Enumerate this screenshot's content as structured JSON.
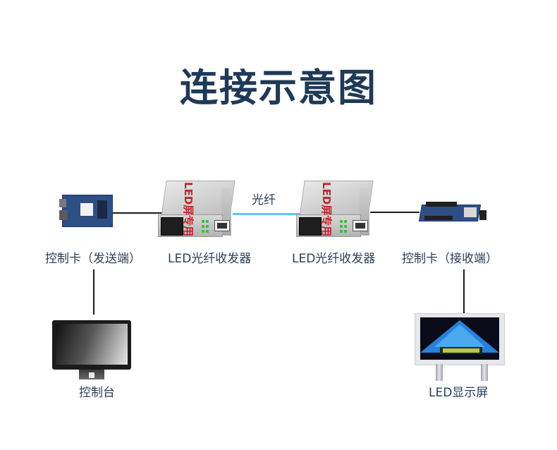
{
  "title": "连接示意图",
  "colors": {
    "title": "#1f3a57",
    "label": "#2a3f56",
    "fiber_line": "#5cc6ee",
    "cable_line": "#1a1a1a",
    "brand_red": "#c0262c"
  },
  "nodes": {
    "sender_card": {
      "label": "控制卡（发送端）",
      "icon": "control-card-icon"
    },
    "transceiver_left": {
      "label": "LED光纤收发器",
      "brand": "LED屏专用",
      "icon": "fiber-transceiver-icon"
    },
    "transceiver_right": {
      "label": "LED光纤收发器",
      "brand": "LED屏专用",
      "icon": "fiber-transceiver-icon"
    },
    "receiver_card": {
      "label": "控制卡（接收端）",
      "icon": "receiver-card-icon"
    },
    "console": {
      "label": "控制台",
      "icon": "monitor-icon"
    },
    "led_display": {
      "label": "LED显示屏",
      "icon": "led-billboard-icon"
    }
  },
  "links": {
    "fiber": {
      "label": "光纤"
    }
  }
}
